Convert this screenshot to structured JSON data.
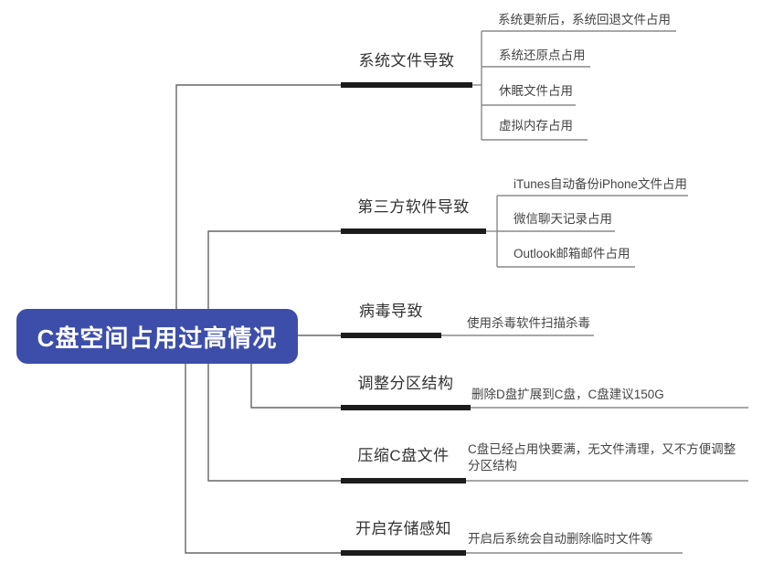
{
  "root": {
    "label": "C盘空间占用过高情况",
    "bg_color": "#3d4eaa",
    "text_color": "#ffffff"
  },
  "branches": [
    {
      "label": "系统文件导致",
      "children": [
        "系统更新后，系统回退文件占用",
        "系统还原点占用",
        "休眠文件占用",
        "虚拟内存占用"
      ]
    },
    {
      "label": "第三方软件导致",
      "children": [
        "iTunes自动备份iPhone文件占用",
        "微信聊天记录占用",
        "Outlook邮箱邮件占用"
      ]
    },
    {
      "label": "病毒导致",
      "children": [
        "使用杀毒软件扫描杀毒"
      ]
    },
    {
      "label": "调整分区结构",
      "children": [
        "删除D盘扩展到C盘，C盘建议150G"
      ]
    },
    {
      "label": "压缩C盘文件",
      "children": [
        "C盘已经占用快要满，无文件清理，又不方便调整分区结构"
      ]
    },
    {
      "label": "开启存储感知",
      "children": [
        "开启后系统会自动删除临时文件等"
      ]
    }
  ],
  "colors": {
    "branch_bar": "#1c1c1c",
    "connector_line": "#666666",
    "child_line": "#8a8a8a",
    "topic_text": "#333333",
    "child_text": "#454545"
  }
}
